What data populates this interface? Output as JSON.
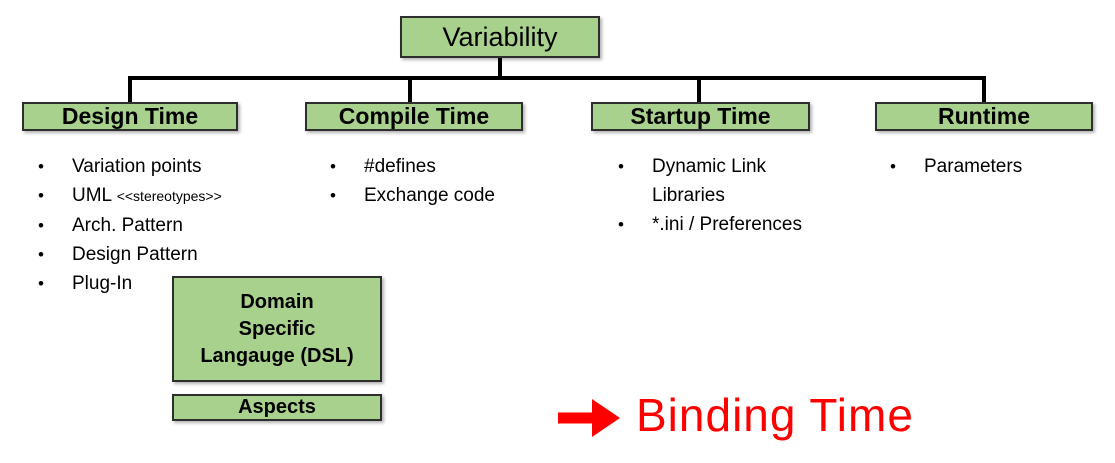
{
  "colors": {
    "box_fill": "#a9d18e",
    "box_border": "#2e2e2e",
    "connector": "#000000",
    "annotation_red": "#ff0000"
  },
  "diagram": {
    "root_label": "Variability",
    "branches": [
      {
        "header": "Design Time",
        "items": [
          "Variation points",
          {
            "text": "UML ",
            "small": "<<stereotypes>>"
          },
          "Arch. Pattern",
          "Design Pattern",
          "Plug-In"
        ]
      },
      {
        "header": "Compile Time",
        "items": [
          "#defines",
          "Exchange code"
        ]
      },
      {
        "header": "Startup Time",
        "items": [
          "Dynamic Link\nLibraries",
          "*.ini / Preferences"
        ]
      },
      {
        "header": "Runtime",
        "items": [
          "Parameters"
        ]
      }
    ],
    "dsl_box": {
      "lines": [
        "Domain",
        "Specific",
        "Langauge (DSL)"
      ]
    },
    "aspects_box": {
      "label": "Aspects"
    },
    "annotation": {
      "icon": "right-arrow",
      "label": "Binding Time"
    }
  }
}
